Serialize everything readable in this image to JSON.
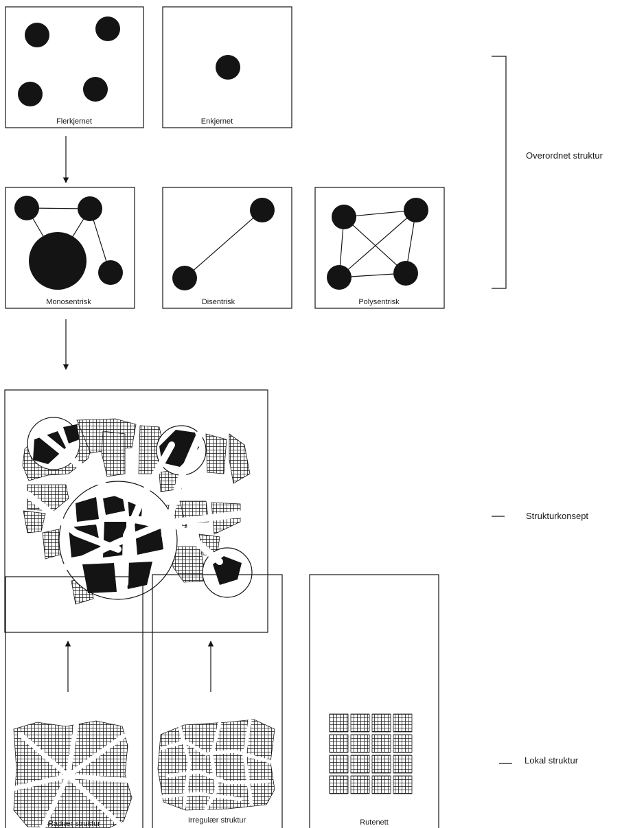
{
  "panels": {
    "flerkjernet": "Flerkjernet",
    "enkjernet": "Enkjernet",
    "monosentrisk": "Monosentrisk",
    "disentrisk": "Disentrisk",
    "polysentrisk": "Polysentrisk",
    "radiaer": "Radiær struktur",
    "irregulaer": "Irregulær struktur",
    "rutenett": "Rutenett"
  },
  "levels": {
    "overordnet": "Overordnet struktur",
    "strukturkonsept": "Strukturkonsept",
    "lokal": "Lokal struktur"
  },
  "colors": {
    "ink": "#141414",
    "background": "#ffffff"
  }
}
